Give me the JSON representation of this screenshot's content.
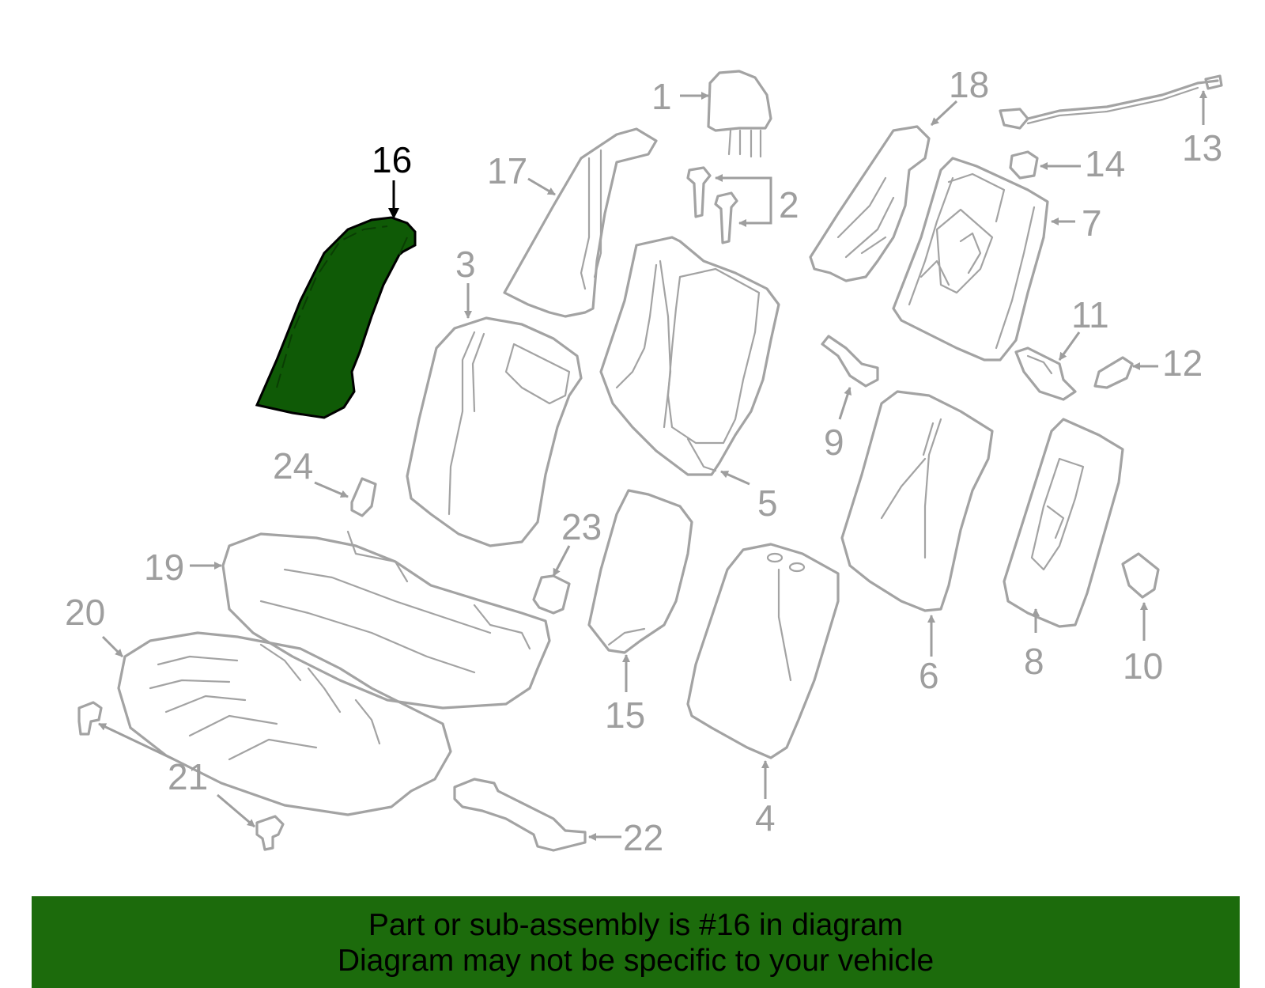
{
  "diagram": {
    "highlighted_part": "16",
    "highlight_color": "#0f5a06",
    "line_color": "#a3a3a3",
    "callouts": [
      "1",
      "2",
      "3",
      "4",
      "5",
      "6",
      "7",
      "8",
      "9",
      "10",
      "11",
      "12",
      "13",
      "14",
      "15",
      "16",
      "17",
      "18",
      "19",
      "20",
      "21",
      "22",
      "23",
      "24"
    ]
  },
  "banner": {
    "line1": "Part or sub-assembly is #16 in diagram",
    "line2": "Diagram may not be specific to your vehicle",
    "background": "#1c6b0c"
  }
}
